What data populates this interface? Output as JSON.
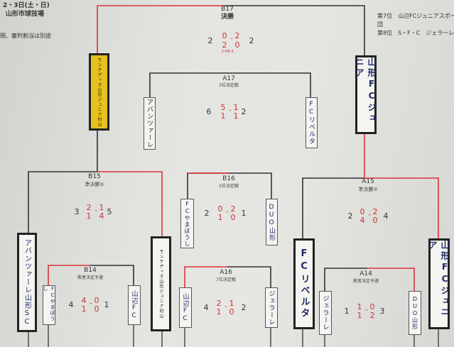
{
  "header": {
    "date": "2・3日(土・日)",
    "venue": "山形市球技場",
    "note": "閉、審判割当は別途",
    "rank7": "第7位　山辺FCジュニアスポー",
    "rank7b": "団",
    "rank8": "第8位　S・F・C　ジェラーレ"
  },
  "final": {
    "id": "B17",
    "title": "決勝",
    "s1": "2",
    "s2": "2",
    "l1": "0",
    "l2": "2",
    "r1": "2",
    "r2": "0",
    "time": "3 PM 4"
  },
  "third": {
    "id": "A17",
    "title": "3位決定戦",
    "s1": "6",
    "s2": "2",
    "l1": "5",
    "l2": "1",
    "r1": "1",
    "r2": "1"
  },
  "semi1": {
    "id": "B15",
    "title": "準決勝①",
    "s1": "3",
    "s2": "5",
    "l1": "2",
    "l2": "1",
    "r1": "1",
    "r2": "4"
  },
  "fifth": {
    "id": "B16",
    "title": "5位決定戦",
    "s1": "2",
    "s2": "1",
    "l1": "0",
    "l2": "2",
    "r1": "1",
    "r2": "0"
  },
  "semi2": {
    "id": "A15",
    "title": "準決勝②",
    "s1": "2",
    "s2": "4",
    "l1": "0",
    "l2": "2",
    "r1": "4",
    "r2": "0"
  },
  "m14a": {
    "id": "B14",
    "title": "敗者決定予選",
    "s1": "4",
    "s2": "1",
    "l1": "4",
    "l2": "0",
    "r1": "1",
    "r2": "0"
  },
  "seventh": {
    "id": "A16",
    "title": "7位決定戦",
    "s1": "4",
    "s2": "2",
    "l1": "2",
    "l2": "1",
    "r1": "1",
    "r2": "0"
  },
  "m14b": {
    "id": "A14",
    "title": "敗者決定予選",
    "s1": "1",
    "s2": "3",
    "l1": "1",
    "l2": "0",
    "r1": "1",
    "r2": "2"
  },
  "teams": {
    "montedio_top": "モンテディオ山形ジュニア村山",
    "yamagata_top": "山形FCジュニア",
    "avantare_top": "アバンツァーレ",
    "fc_riberta_top": "FCリベルタ",
    "fc_yamaboushi_mid": "FCやまぼうし",
    "duo_mid": "DUO山形",
    "avantare_sc": "アバンツァーレ山形SC",
    "montedio_mid": "モンテディオ山形ジュニア村山",
    "fc_riberta_mid": "FCリベルタ",
    "yamagata_mid": "山形FCジュニア",
    "fc_yamaboushi_low": "FCやまぼうし",
    "yamabe_low": "山辺FC",
    "yamabe_mid": "山辺FC",
    "gelare_mid": "ジェラーレ",
    "gelare_low": "ジェラーレ",
    "duo_low": "DUO山形"
  },
  "colors": {
    "winner_line": "#d9353a",
    "line": "#333333",
    "highlight": "#e8c21c"
  }
}
